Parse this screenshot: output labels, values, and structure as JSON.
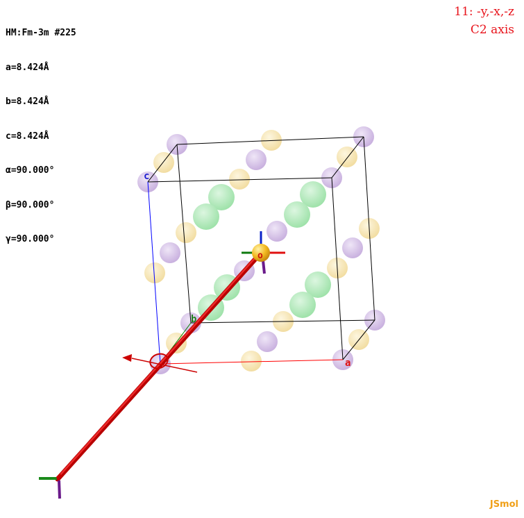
{
  "cell_info": {
    "space_group": "HM:Fm-3m #225",
    "a": "a=8.424Å",
    "b": "b=8.424Å",
    "c": "c=8.424Å",
    "alpha": "α=90.000°",
    "beta": "β=90.000°",
    "gamma": "γ=90.000°"
  },
  "symmetry_op": {
    "operation": "11: -y,-x,-z",
    "element": "C2 axis"
  },
  "axis_labels": {
    "a": "a",
    "b": "b",
    "c": "c",
    "origin": "o"
  },
  "brand": "JSmol",
  "colors": {
    "purple_atom": "#cdb6e2",
    "yellow_atom": "#f5e3ad",
    "green_atom": "#a9e6b2",
    "highlight_atom": "#f2b920",
    "symmetry_axis": "#cc0000",
    "a_axis": "#ff0000",
    "b_axis": "#008000",
    "c_axis": "#0000ff",
    "brand": "#f0a018",
    "symop_text": "#e8141c"
  }
}
